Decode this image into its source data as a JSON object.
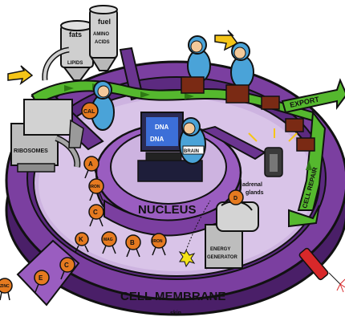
{
  "labels": {
    "fats": "fats",
    "fuel": "fuel",
    "amino_acids_line1": "AMINO",
    "amino_acids_line2": "ACIDS",
    "lipids": "LIPIDS",
    "ribosomes": "RIBOSOMES",
    "cal": "CAL",
    "dna_line1": "DNA",
    "dna_line2": "DNA",
    "brain": "BRAIN",
    "nucleus": "NUCLEUS",
    "adrenal_line1": "adrenal",
    "adrenal_line2": "glands",
    "energy_line1": "ENERGY",
    "energy_line2": "GENERATOR",
    "cell_repair": "CELL REPAIR",
    "export": "EXPORT",
    "cell_membrane": "CELL MEMBRANE",
    "skin": "skin"
  },
  "nutrients": {
    "A": "A",
    "iron_1": "IRON",
    "C": "C",
    "K": "K",
    "mag": "MAG",
    "B": "B",
    "iron_2": "IRON",
    "D": "D",
    "E": "E",
    "C2": "C",
    "zinc": "ZINC"
  },
  "colors": {
    "membrane": "#7b3fa0",
    "membrane_dark": "#4a1f68",
    "floor": "#cdb3e0",
    "conveyor": "#55b82e",
    "worker": "#4aa3d8",
    "nutrient": "#e57a20",
    "arrow_yellow": "#f5c518",
    "dynamite": "#d8282a"
  }
}
